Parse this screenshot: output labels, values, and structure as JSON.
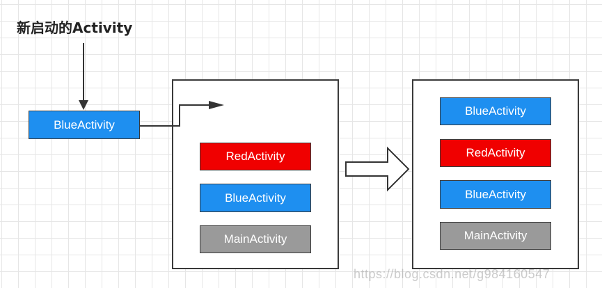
{
  "title": "新启动的Activity",
  "incoming": {
    "label": "BlueActivity",
    "color": "#1e8ff0"
  },
  "before_stack": {
    "items": [
      {
        "label": "RedActivity",
        "color": "#f00000"
      },
      {
        "label": "BlueActivity",
        "color": "#1e8ff0"
      },
      {
        "label": "MainActivity",
        "color": "#9a9a9a"
      }
    ]
  },
  "after_stack": {
    "items": [
      {
        "label": "BlueActivity",
        "color": "#1e8ff0"
      },
      {
        "label": "RedActivity",
        "color": "#f00000"
      },
      {
        "label": "BlueActivity",
        "color": "#1e8ff0"
      },
      {
        "label": "MainActivity",
        "color": "#9a9a9a"
      }
    ]
  },
  "watermark": "https://blog.csdn.net/g984160547"
}
